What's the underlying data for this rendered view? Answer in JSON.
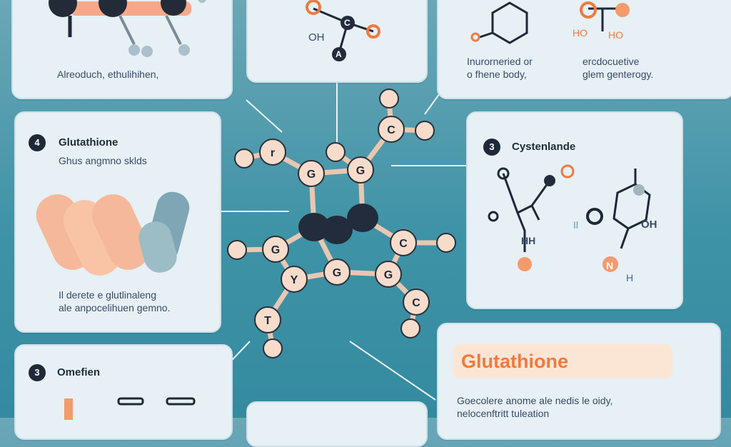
{
  "cards": {
    "top_left_text": "Alreoduch, ethulihihen,",
    "top_mid_labels": {
      "oh": "OH",
      "c": "C",
      "a": "A"
    },
    "top_right_text_1a": "Inurorneried or",
    "top_right_text_1b": "o fhene body,",
    "top_right_text_2a": "ercdocuetive",
    "top_right_text_2b": "glem genterogy.",
    "top_right_labels": {
      "ho_left": "HO",
      "ho_right": "HO"
    },
    "mid_left": {
      "badge": "4",
      "title": "Glutathione",
      "subtitle": "Ghus angmno sklds",
      "text_line1": "Il derete e glutlinaleng",
      "text_line2": "ale anpocelihuen gemno."
    },
    "mid_right": {
      "badge": "3",
      "title": "Cystenlande",
      "labels": {
        "hh": "HH",
        "oh": "OH",
        "h": "H",
        "n": "N",
        "il": "Il"
      }
    },
    "bottom_left": {
      "badge": "3",
      "title": "Omefien"
    },
    "bottom_right": {
      "title": "Glutathione",
      "text_line1": "Goecolere anome ale nedis le oidy,",
      "text_line2": "nelocenftritt tuleation"
    }
  },
  "molecule_labels": [
    "r",
    "G",
    "G",
    "C",
    "G",
    "G",
    "Y",
    "G",
    "C",
    "C",
    "T"
  ],
  "colors": {
    "accent": "#f07a3f",
    "dark_atom": "#222c3c",
    "light_atom": "#f7dccb",
    "card": "#e6f0f5"
  }
}
